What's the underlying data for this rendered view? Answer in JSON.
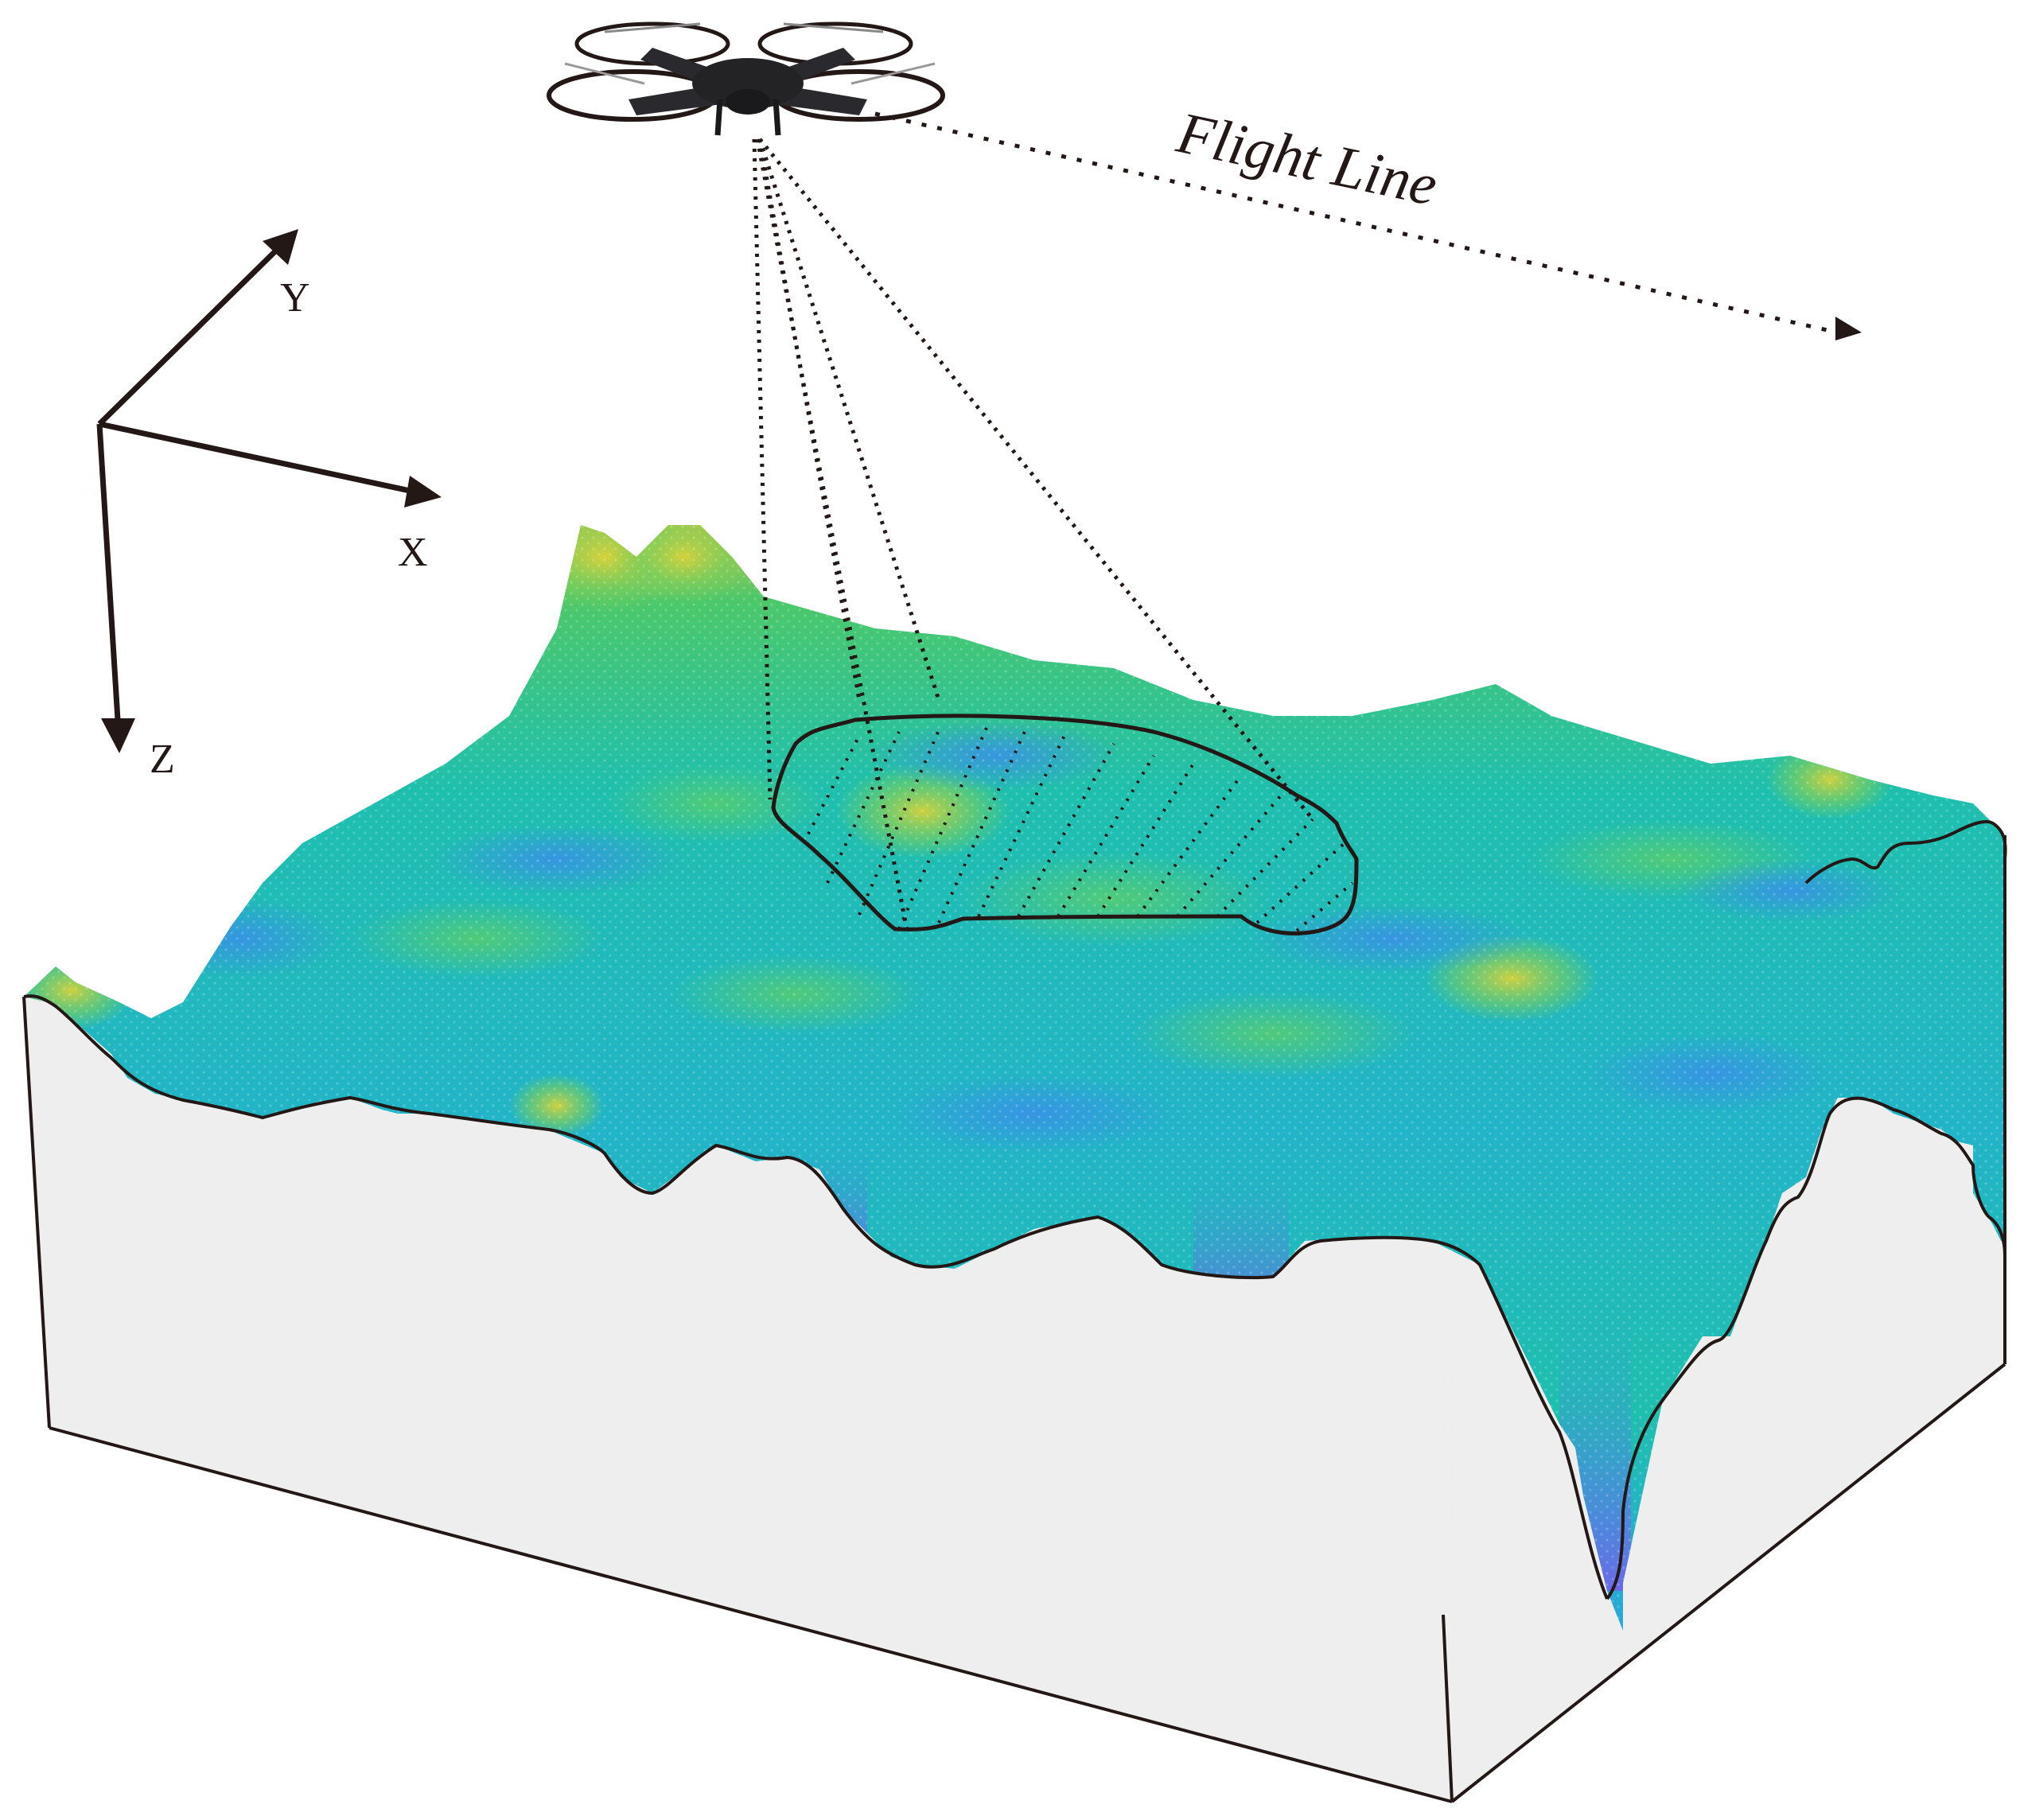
{
  "figure": {
    "description": "UAV flight over 3D terrain block with sensor footprint",
    "colors": {
      "ink": "#231815",
      "block_face": "#eeeeee",
      "terrain_low": "#6a6ae8",
      "terrain_mid_blue": "#1fa8d8",
      "terrain_mid": "#1fbfae",
      "terrain_green": "#4cc86a",
      "terrain_high": "#e8c23a",
      "background": "#ffffff"
    }
  },
  "axes": {
    "x_label": "X",
    "y_label": "Y",
    "z_label": "Z"
  },
  "flight": {
    "label": "Flight Line",
    "platform_icon": "drone-icon"
  },
  "footprint": {
    "label": "",
    "ray_count": 5
  }
}
